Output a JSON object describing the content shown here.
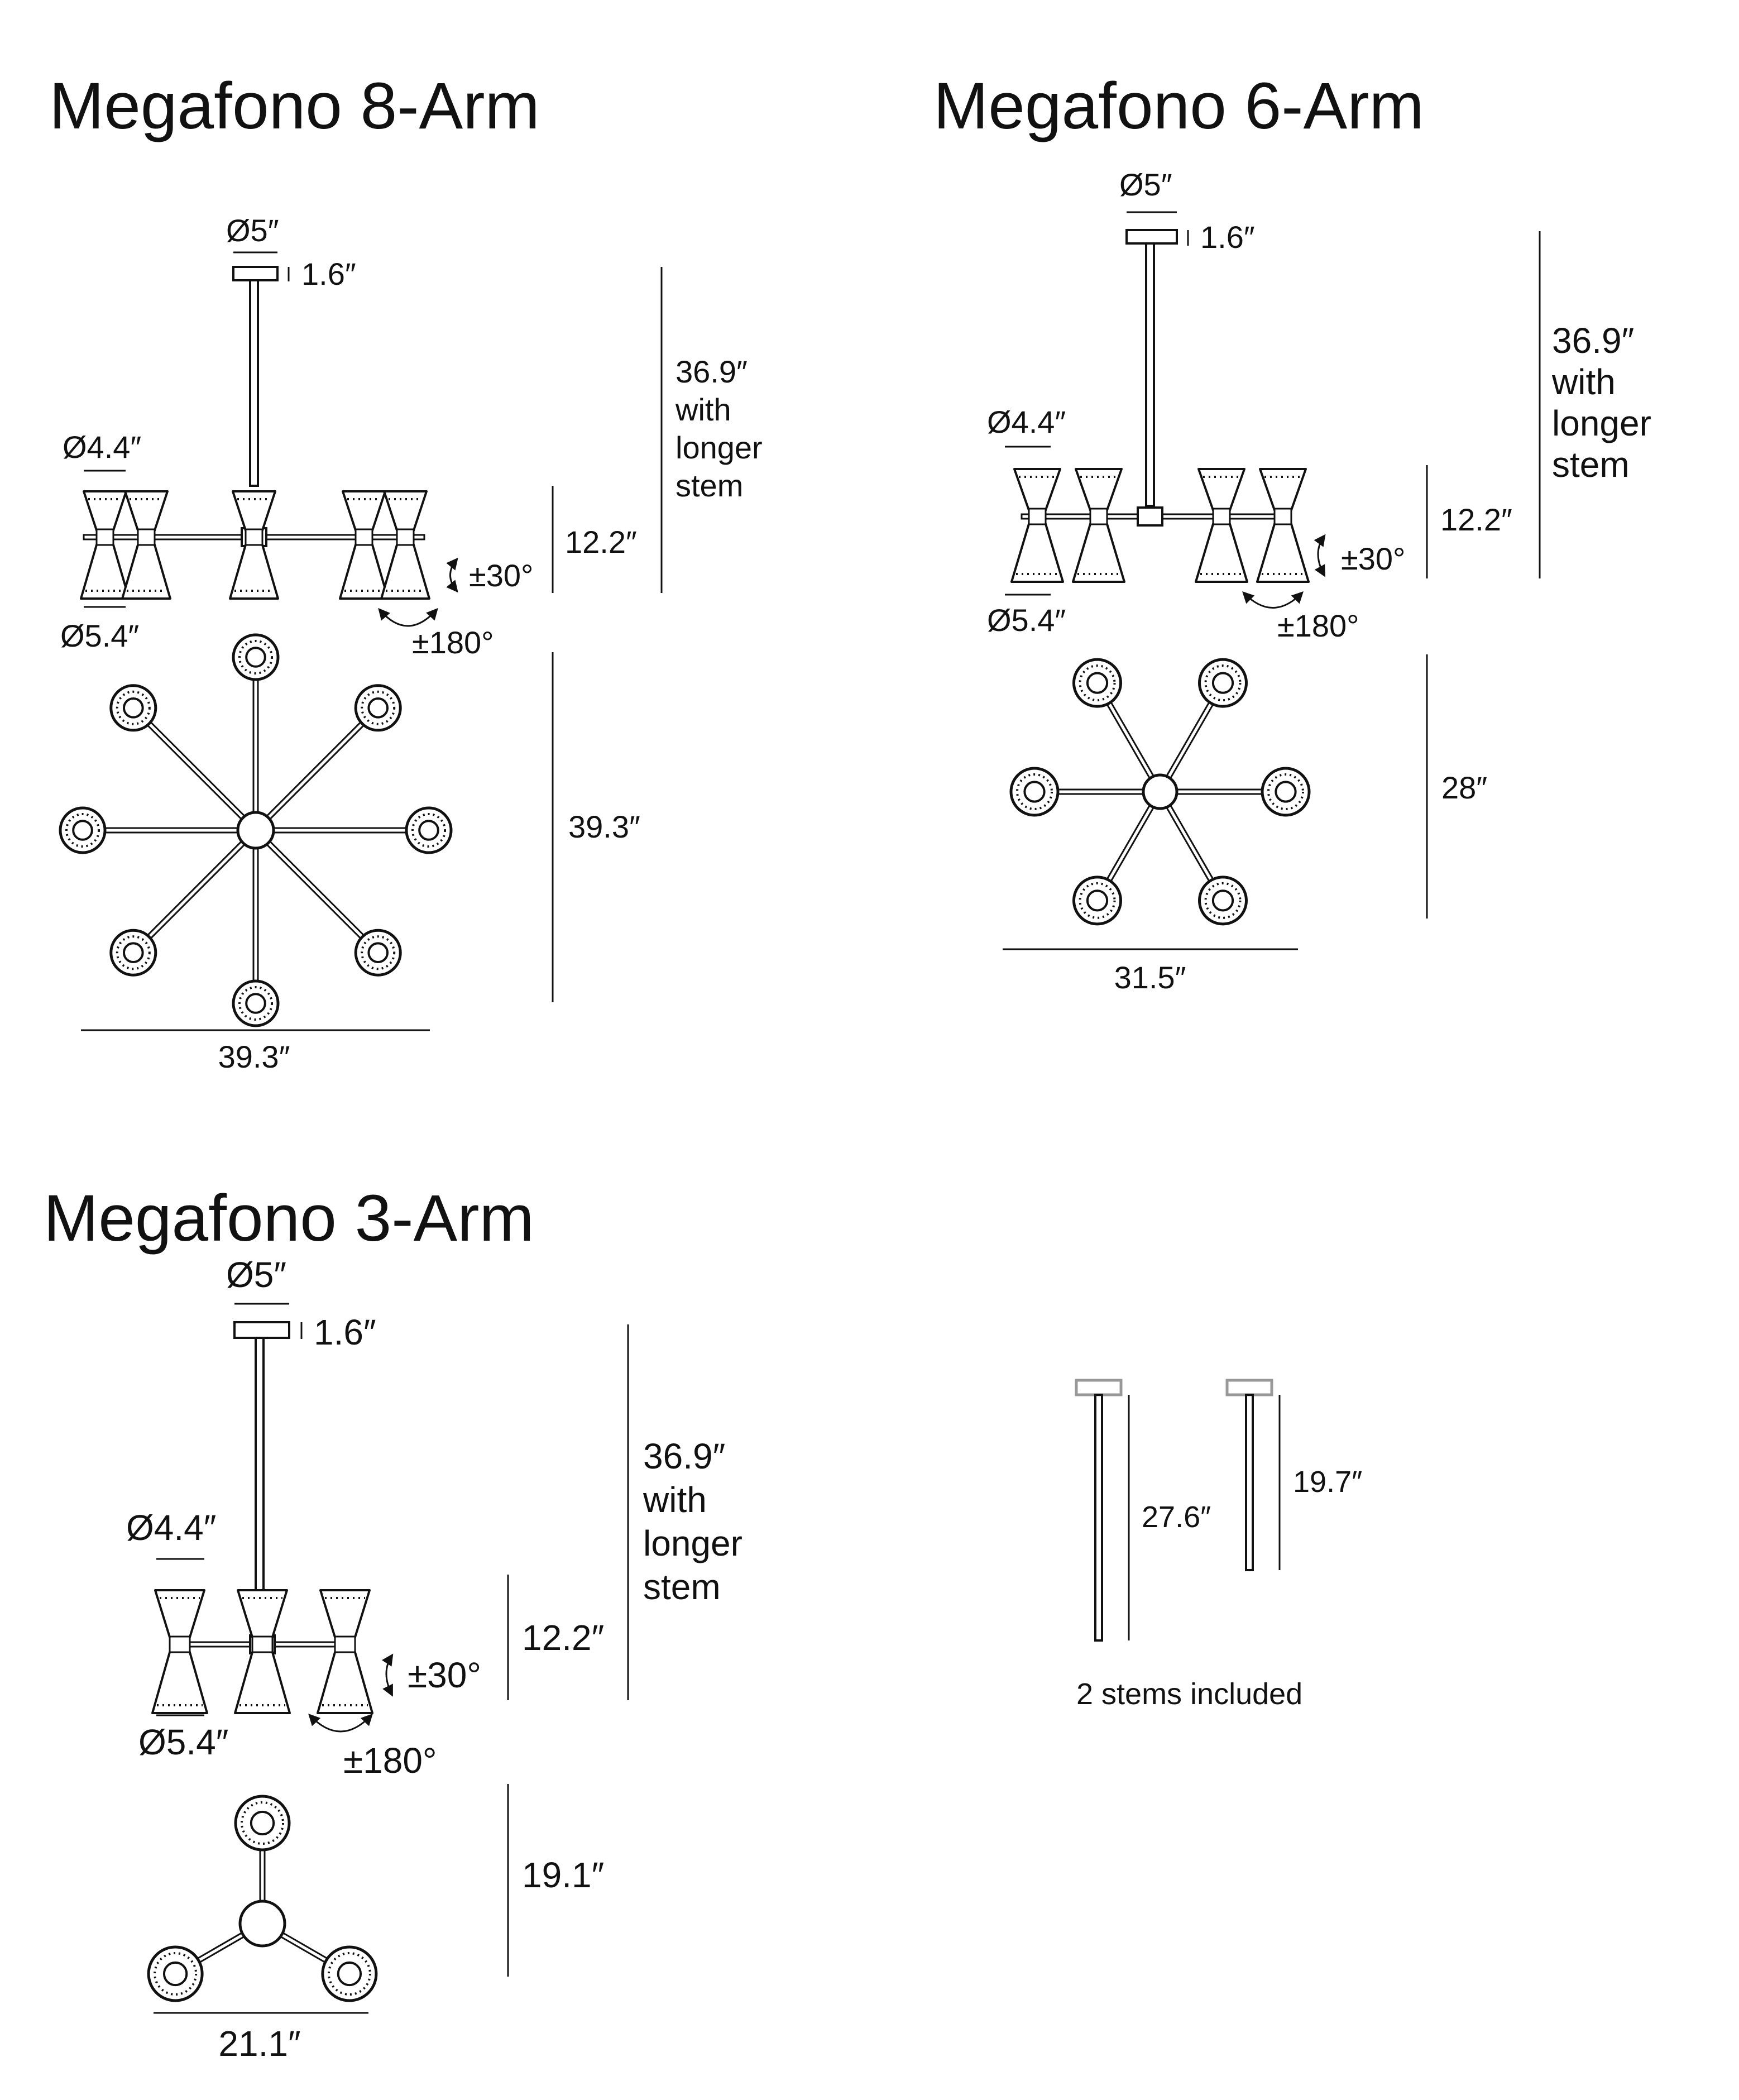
{
  "eight_arm": {
    "title": "Megafono 8-Arm",
    "canopy_diameter": "Ø5″",
    "canopy_height": "1.6″",
    "overall_height": [
      "36.9″",
      "with",
      "longer",
      "stem"
    ],
    "shade_top_diameter": "Ø4.4″",
    "shade_bottom_diameter": "Ø5.4″",
    "body_height": "12.2″",
    "tilt": "±30°",
    "rotation": "±180°",
    "plan_depth": "39.3″",
    "plan_width": "39.3″",
    "arm_count": 8
  },
  "six_arm": {
    "title": "Megafono 6-Arm",
    "canopy_diameter": "Ø5″",
    "canopy_height": "1.6″",
    "overall_height": [
      "36.9″",
      "with",
      "longer",
      "stem"
    ],
    "shade_top_diameter": "Ø4.4″",
    "shade_bottom_diameter": "Ø5.4″",
    "body_height": "12.2″",
    "tilt": "±30°",
    "rotation": "±180°",
    "plan_depth": "28″",
    "plan_width": "31.5″",
    "arm_count": 6
  },
  "three_arm": {
    "title": "Megafono 3-Arm",
    "canopy_diameter": "Ø5″",
    "canopy_height": "1.6″",
    "overall_height": [
      "36.9″",
      "with",
      "longer",
      "stem"
    ],
    "shade_top_diameter": "Ø4.4″",
    "shade_bottom_diameter": "Ø5.4″",
    "body_height": "12.2″",
    "tilt": "±30°",
    "rotation": "±180°",
    "plan_depth": "19.1″",
    "plan_width": "21.1″",
    "arm_count": 3
  },
  "stems": {
    "long_stem_length": "27.6″",
    "short_stem_length": "19.7″",
    "caption": "2 stems included"
  }
}
